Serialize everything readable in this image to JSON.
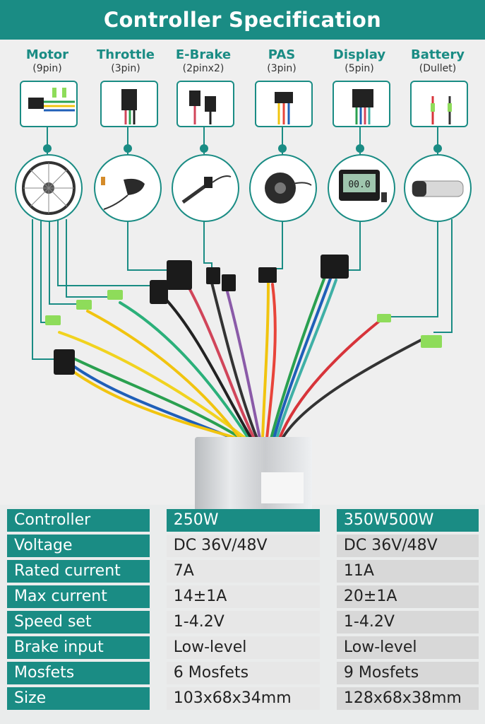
{
  "title": "Controller Specification",
  "connectors": [
    {
      "name": "Motor",
      "pins": "(9pin)",
      "icon": "hub-motor-wheel-icon"
    },
    {
      "name": "Throttle",
      "pins": "(3pin)",
      "icon": "thumb-throttle-icon"
    },
    {
      "name": "E-Brake",
      "pins": "(2pinx2)",
      "icon": "brake-lever-icon"
    },
    {
      "name": "PAS",
      "pins": "(3pin)",
      "icon": "pas-sensor-icon"
    },
    {
      "name": "Display",
      "pins": "(5pin)",
      "icon": "lcd-display-icon"
    },
    {
      "name": "Battery",
      "pins": "(Dullet)",
      "icon": "battery-icon"
    }
  ],
  "display_screen_text": "00.0",
  "table": {
    "header": {
      "label": "Controller",
      "col1": "250W",
      "col2": "350W500W"
    },
    "rows": [
      {
        "label": "Voltage",
        "col1": "DC 36V/48V",
        "col2": "DC 36V/48V"
      },
      {
        "label": "Rated current",
        "col1": "7A",
        "col2": "11A"
      },
      {
        "label": "Max current",
        "col1": "14±1A",
        "col2": "20±1A"
      },
      {
        "label": "Speed set",
        "col1": "1-4.2V",
        "col2": "1-4.2V"
      },
      {
        "label": "Brake input",
        "col1": "Low-level",
        "col2": "Low-level"
      },
      {
        "label": "Mosfets",
        "col1": "6 Mosfets",
        "col2": "9 Mosfets"
      },
      {
        "label": "Size",
        "col1": "103x68x34mm",
        "col2": "128x68x38mm"
      }
    ]
  },
  "colors": {
    "accent": "#1a8c84",
    "row_light": "#e7e7e7",
    "row_dark": "#d8d8d8"
  }
}
